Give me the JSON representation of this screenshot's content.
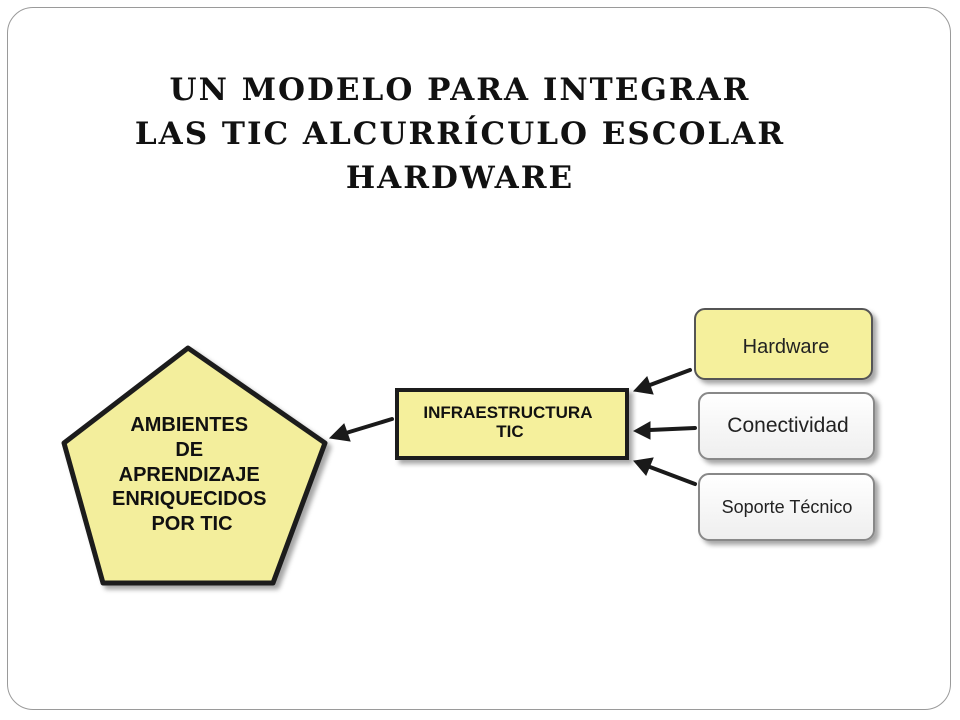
{
  "title": {
    "line1": "Un modelo para integrar",
    "line2": "las TIC alcurrículo escolar",
    "line3": "Hardware"
  },
  "diagram": {
    "pentagon_lines": [
      "AMBIENTES",
      "DE",
      "APRENDIZAJE",
      "ENRIQUECIDOS",
      "POR TIC"
    ],
    "center_lines": [
      "INFRAESTRUCTURA",
      "TIC"
    ],
    "boxes": [
      {
        "label": "Hardware",
        "highlighted": true
      },
      {
        "label": "Conectividad",
        "highlighted": false
      },
      {
        "label": "Soporte Técnico",
        "highlighted": false
      }
    ],
    "colors": {
      "yellow": "#f5f0a0",
      "yellow_dark": "#e6df6e",
      "border": "#1a1a1a",
      "gray_border": "#8c8c8c"
    }
  }
}
